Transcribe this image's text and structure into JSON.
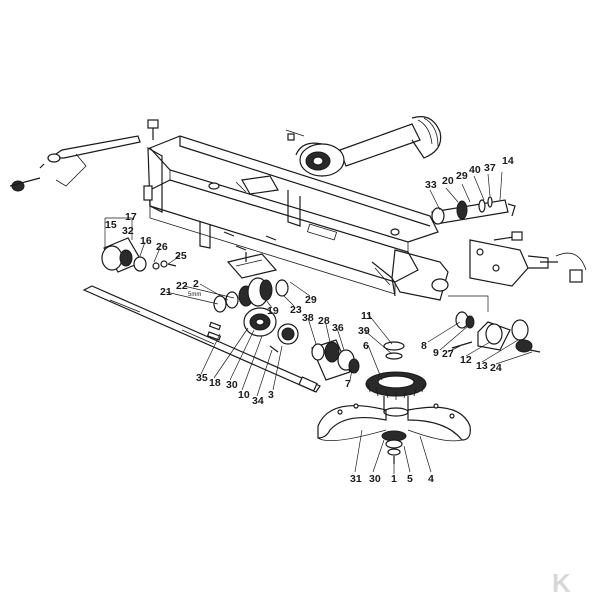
{
  "diagram": {
    "labels": [
      "1",
      "2",
      "3",
      "4",
      "5",
      "6",
      "7",
      "8",
      "9",
      "10",
      "11",
      "12",
      "13",
      "14",
      "15",
      "16",
      "17",
      "18",
      "19",
      "20",
      "21",
      "22",
      "23",
      "24",
      "25",
      "26",
      "27",
      "28",
      "29",
      "30",
      "31",
      "32",
      "33",
      "34",
      "35",
      "36",
      "37",
      "38",
      "39",
      "40"
    ],
    "label_30_bis": "30",
    "label_29_bis": "29",
    "small_text": "5mm",
    "watermark_letter": "K",
    "colors": {
      "ink": "#1a1a1a",
      "paper": "#ffffff",
      "watermark": "#d8d8d8"
    }
  }
}
